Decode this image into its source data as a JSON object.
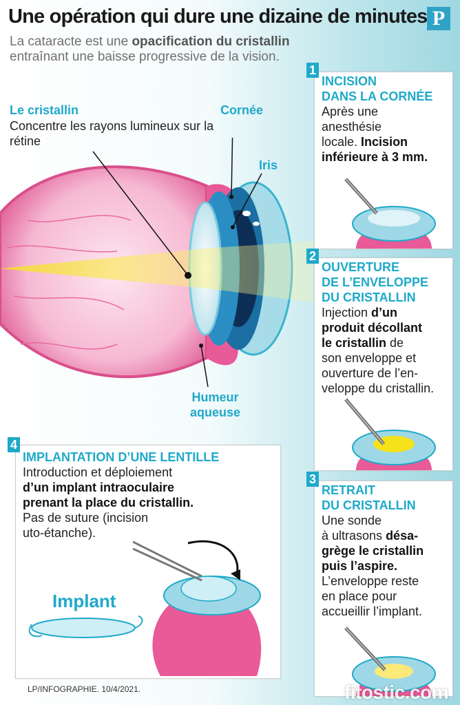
{
  "header": {
    "title": "Une opération qui dure une dizaine de minutes",
    "logo_letter": "P"
  },
  "intro": {
    "text_a": "La cataracte est une ",
    "text_bold": "opacification du cristallin",
    "text_b": " entraînant une baisse progressive de la vision."
  },
  "eye_labels": {
    "cristallin": "Le cristallin",
    "cristallin_desc": "Concentre les rayons lumineux sur la rétine",
    "cornee": "Cornée",
    "iris": "Iris",
    "humeur_1": "Humeur",
    "humeur_2": "aqueuse"
  },
  "steps": {
    "s1": {
      "number": "1",
      "title_1": "INCISION",
      "title_2": "DANS LA CORNÉE",
      "t1": "Après une",
      "t2": "anesthésie",
      "t3": "locale. ",
      "b3": "Incision",
      "b4": "inférieure à 3 mm."
    },
    "s2": {
      "number": "2",
      "title_1": "OUVERTURE",
      "title_2": "DE L’ENVELOPPE",
      "title_3": "DU CRISTALLIN",
      "t1": "Injection ",
      "b1": "d’un",
      "b2": "produit décollant",
      "b3": "le cristallin",
      "t3": " de",
      "t4": "son enveloppe et",
      "t5": "ouverture de l’en-",
      "t6": "veloppe du cristallin."
    },
    "s3": {
      "number": "3",
      "title_1": "RETRAIT",
      "title_2": "DU CRISTALLIN",
      "t1": "Une sonde",
      "t2": "à ultrasons ",
      "b2": "désa-",
      "b3": "grège le cristallin",
      "b4": "puis l’aspire.",
      "t5": "L’enveloppe reste",
      "t6": "en place pour",
      "t7": "accueillir l’implant."
    },
    "s4": {
      "number": "4",
      "title": "IMPLANTATION D’UNE LENTILLE",
      "t1": "Introduction et déploiement",
      "b2": "d’un implant intraoculaire",
      "b3": "prenant la place du cristallin.",
      "t4": "Pas de suture (incision",
      "t5": "uto-étanche).",
      "implant_label": "Implant"
    }
  },
  "footer": {
    "credit": "LP/INFOGRAPHIE.  10/4/2021.",
    "watermark": "fitostic.com"
  },
  "colors": {
    "accent": "#1fa9c9",
    "eye_pink": "#e85a98",
    "eye_light": "#f7c5da",
    "lens_yellow": "#f5e21b"
  }
}
